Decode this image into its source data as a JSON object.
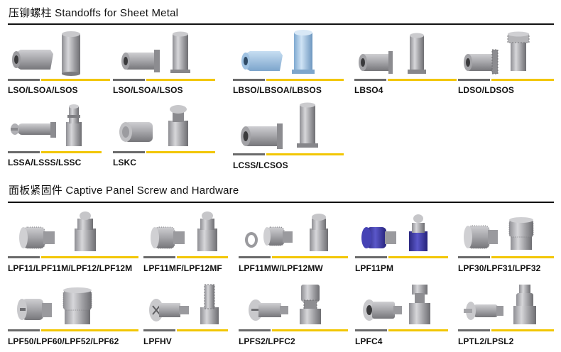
{
  "section1": {
    "title": "压铆螺柱 Standoffs for Sheet Metal",
    "items": [
      {
        "label": "LSO/LSOA/LSOS",
        "icon": "hex-standoff-icon"
      },
      {
        "label": "LSO/LSOA/LSOS",
        "icon": "round-standoff-icon"
      },
      {
        "label": "LBSO/LBSOA/LBSOS",
        "icon": "blue-blind-standoff-icon"
      },
      {
        "label": "LBSO4",
        "icon": "blind-standoff-icon"
      },
      {
        "label": "LDSO/LDSOS",
        "icon": "knurled-standoff-icon"
      },
      {
        "label": "LSSA/LSSS/LSSC",
        "icon": "snap-top-standoff-icon"
      },
      {
        "label": "LSKC",
        "icon": "keyhole-standoff-icon"
      },
      {
        "label": "LCSS/LCSOS",
        "icon": "concealed-standoff-icon"
      }
    ]
  },
  "section2": {
    "title": "面板紧固件 Captive Panel Screw and Hardware",
    "items": [
      {
        "label": "LPF11/LPF11M/LPF12/LPF12M",
        "icon": "captive-screw-icon"
      },
      {
        "label": "LPF11MF/LPF12MF",
        "icon": "captive-screw-flare-icon"
      },
      {
        "label": "LPF11MW/LPF12MW",
        "icon": "captive-screw-washer-icon"
      },
      {
        "label": "LPF11PM",
        "icon": "blue-cap-captive-screw-icon"
      },
      {
        "label": "LPF30/LPF31/LPF32",
        "icon": "knurled-captive-screw-icon"
      },
      {
        "label": "LPF50/LPF60/LPF52/LPF62",
        "icon": "slotted-captive-screw-icon"
      },
      {
        "label": "LPFHV",
        "icon": "phillips-captive-screw-icon"
      },
      {
        "label": "LPFS2/LPFC2",
        "icon": "spring-captive-screw-icon"
      },
      {
        "label": "LPFC4",
        "icon": "hex-head-captive-screw-icon"
      },
      {
        "label": "LPTL2/LPSL2",
        "icon": "plunger-pin-icon"
      }
    ]
  },
  "colors": {
    "bar_gray": "#6a6a6a",
    "bar_yellow": "#f2c600",
    "metal": "#a9a9ad",
    "blue_metal": "#9ec3e6",
    "blue_cap": "#3d3aa8"
  }
}
